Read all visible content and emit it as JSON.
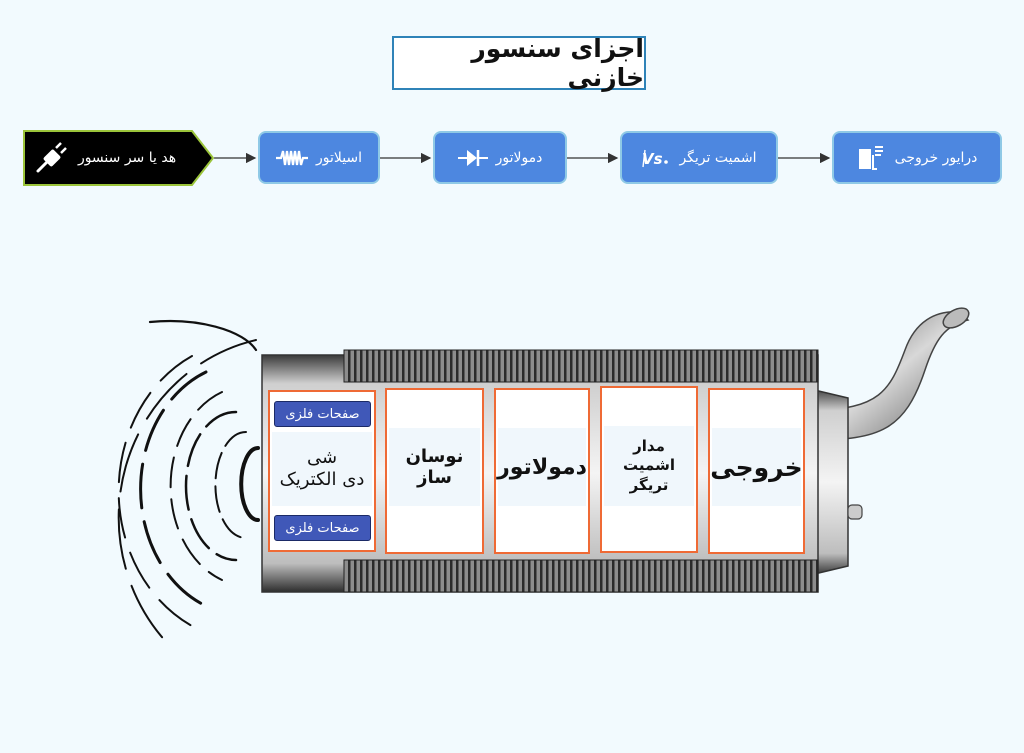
{
  "title": "اجزای سنسور خازنی",
  "flow": {
    "sensor_head": {
      "label": "هد یا سر سنسور",
      "icon": "probe-icon"
    },
    "steps": [
      {
        "label": "اسیلاتور",
        "icon": "oscillator-wave-icon"
      },
      {
        "label": "دمولاتور",
        "icon": "diode-icon"
      },
      {
        "label": "اشمیت تریگر",
        "icon": "schmitt-trigger-icon"
      },
      {
        "label": "درایور خروجی",
        "icon": "output-driver-icon"
      }
    ]
  },
  "sensor": {
    "plate_top": "صفحات فلزی",
    "plate_bottom": "صفحات فلزی",
    "dielectric_line1": "شی",
    "dielectric_line2": "دی الکتریک",
    "oscillator": "نوسان ساز",
    "demodulator": "دمولاتور",
    "schmitt_line1": "مدار",
    "schmitt_line2": "اشمیت تریگر",
    "output": "خروجی"
  },
  "colors": {
    "step_fill": "#4d87e0",
    "step_border": "#8fc9e6",
    "head_fill": "#000000",
    "head_border": "#9bc43a",
    "section_border": "#ef6a35",
    "plate_fill": "#4058b8",
    "title_border": "#2f83b8"
  }
}
